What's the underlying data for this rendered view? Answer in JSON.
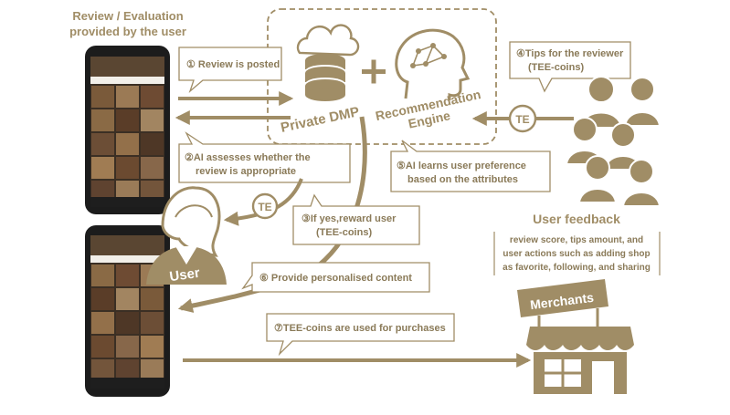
{
  "header": {
    "line1": "Review / Evaluation",
    "line2": "provided by the user"
  },
  "dmp": {
    "private_dmp": "Private DMP",
    "engine_line1": "Recommendation",
    "engine_line2": "Engine"
  },
  "steps": {
    "s1": "① Review is posted",
    "s2_line1": "②AI assesses whether the",
    "s2_line2": "review is appropriate",
    "s3_line1": "③If yes,reward user",
    "s3_line2": "(TEE-coins)",
    "s4_line1": "④Tips for the reviewer",
    "s4_line2": "(TEE-coins)",
    "s5_line1": "⑤AI learns user preference",
    "s5_line2": "based on the attributes",
    "s6": "⑥ Provide personalised content",
    "s7": "⑦TEE-coins are used for purchases"
  },
  "user_label": "User",
  "feedback": {
    "title": "User feedback",
    "line1": "review score, tips amount, and",
    "line2": "user actions such as adding shop",
    "line3": "as favorite, following, and sharing"
  },
  "merchants_label": "Merchants",
  "coin_symbol": "TE",
  "colors": {
    "accent": "#a08d66",
    "text": "#8a7a58",
    "phone": "#1c1c1c"
  }
}
